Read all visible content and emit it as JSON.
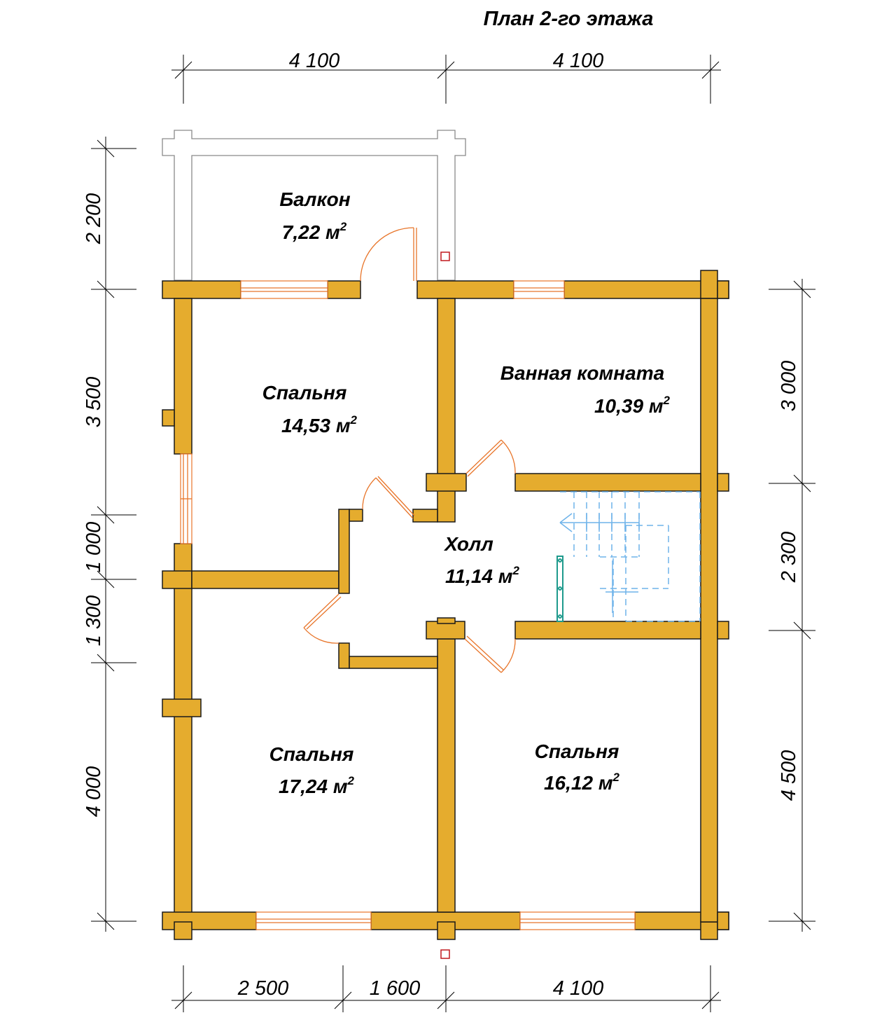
{
  "title": "План 2-го этажа",
  "dimensions": {
    "top": [
      "4 100",
      "4 100"
    ],
    "bottom": [
      "2 500",
      "1 600",
      "4 100"
    ],
    "left": [
      "2 200",
      "3 500",
      "1 000",
      "1 300",
      "4 000"
    ],
    "right": [
      "3 000",
      "2 300",
      "4 500"
    ]
  },
  "rooms": [
    {
      "name": "Балкон",
      "area": "7,22 м",
      "unit_sup": "2"
    },
    {
      "name": "Спальня",
      "area": "14,53 м",
      "unit_sup": "2"
    },
    {
      "name": "Ванная комната",
      "area": "10,39 м",
      "unit_sup": "2"
    },
    {
      "name": "Холл",
      "area": "11,14 м",
      "unit_sup": "2"
    },
    {
      "name": "Спальня",
      "area": "17,24 м",
      "unit_sup": "2"
    },
    {
      "name": "Спальня",
      "area": "16,12 м",
      "unit_sup": "2"
    }
  ],
  "colors": {
    "wall": "#E5AC2E",
    "door_window": "#E8752A",
    "stairs": "#6fb3ea",
    "railing": "#1e9a8c",
    "marker": "#c0181e"
  }
}
